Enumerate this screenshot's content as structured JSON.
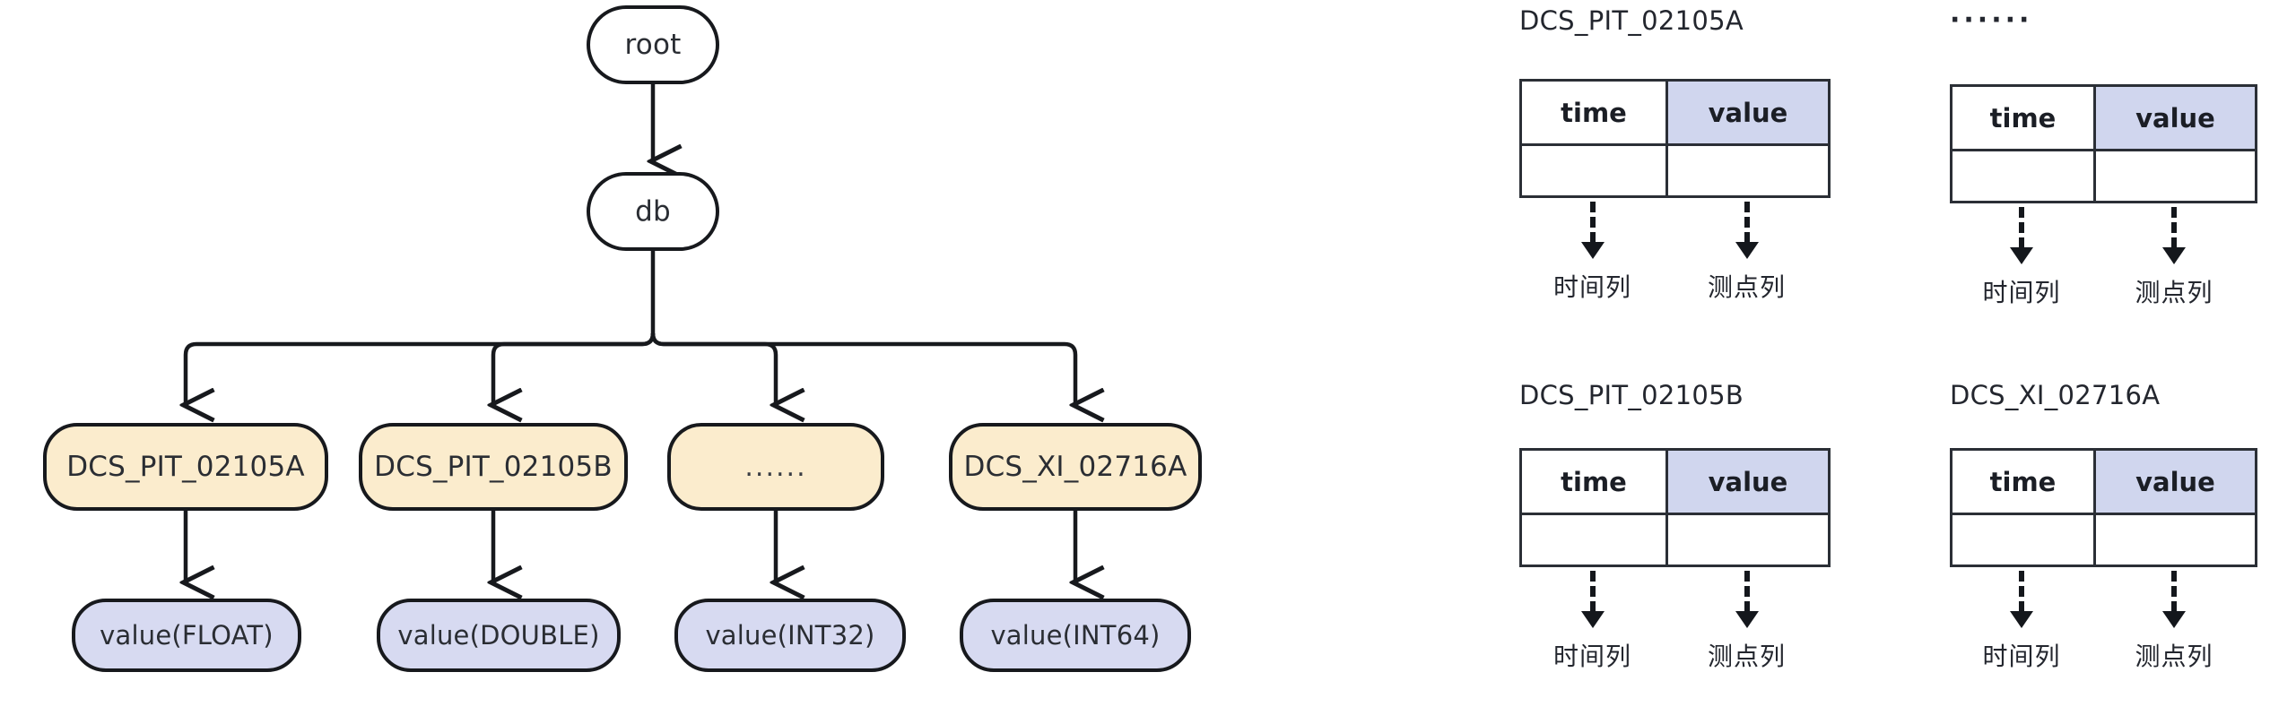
{
  "diagram": {
    "tree": {
      "root_label": "root",
      "db_label": "db",
      "series_nodes": [
        {
          "label": "DCS_PIT_02105A"
        },
        {
          "label": "DCS_PIT_02105B"
        },
        {
          "label": "......"
        },
        {
          "label": "DCS_XI_02716A"
        }
      ],
      "value_nodes": [
        {
          "label": "value(FLOAT)"
        },
        {
          "label": "value(DOUBLE)"
        },
        {
          "label": "value(INT32)"
        },
        {
          "label": "value(INT64)"
        }
      ]
    },
    "tables": [
      {
        "title": "DCS_PIT_02105A",
        "title_is_dots": false,
        "columns": [
          "time",
          "value"
        ],
        "rows": [
          [
            "",
            ""
          ]
        ],
        "annotations": [
          "时间列",
          "测点列"
        ]
      },
      {
        "title": "······",
        "title_is_dots": true,
        "columns": [
          "time",
          "value"
        ],
        "rows": [
          [
            "",
            ""
          ]
        ],
        "annotations": [
          "时间列",
          "测点列"
        ]
      },
      {
        "title": "DCS_PIT_02105B",
        "title_is_dots": false,
        "columns": [
          "time",
          "value"
        ],
        "rows": [
          [
            "",
            ""
          ]
        ],
        "annotations": [
          "时间列",
          "测点列"
        ]
      },
      {
        "title": "DCS_XI_02716A",
        "title_is_dots": false,
        "columns": [
          "time",
          "value"
        ],
        "rows": [
          [
            "",
            ""
          ]
        ],
        "annotations": [
          "时间列",
          "测点列"
        ]
      }
    ],
    "colors": {
      "series_fill": "#fbeccd",
      "value_fill": "#d7daf1",
      "value_column_header_fill": "#d0d6ee",
      "stroke": "#17191d",
      "background": "#ffffff"
    }
  }
}
